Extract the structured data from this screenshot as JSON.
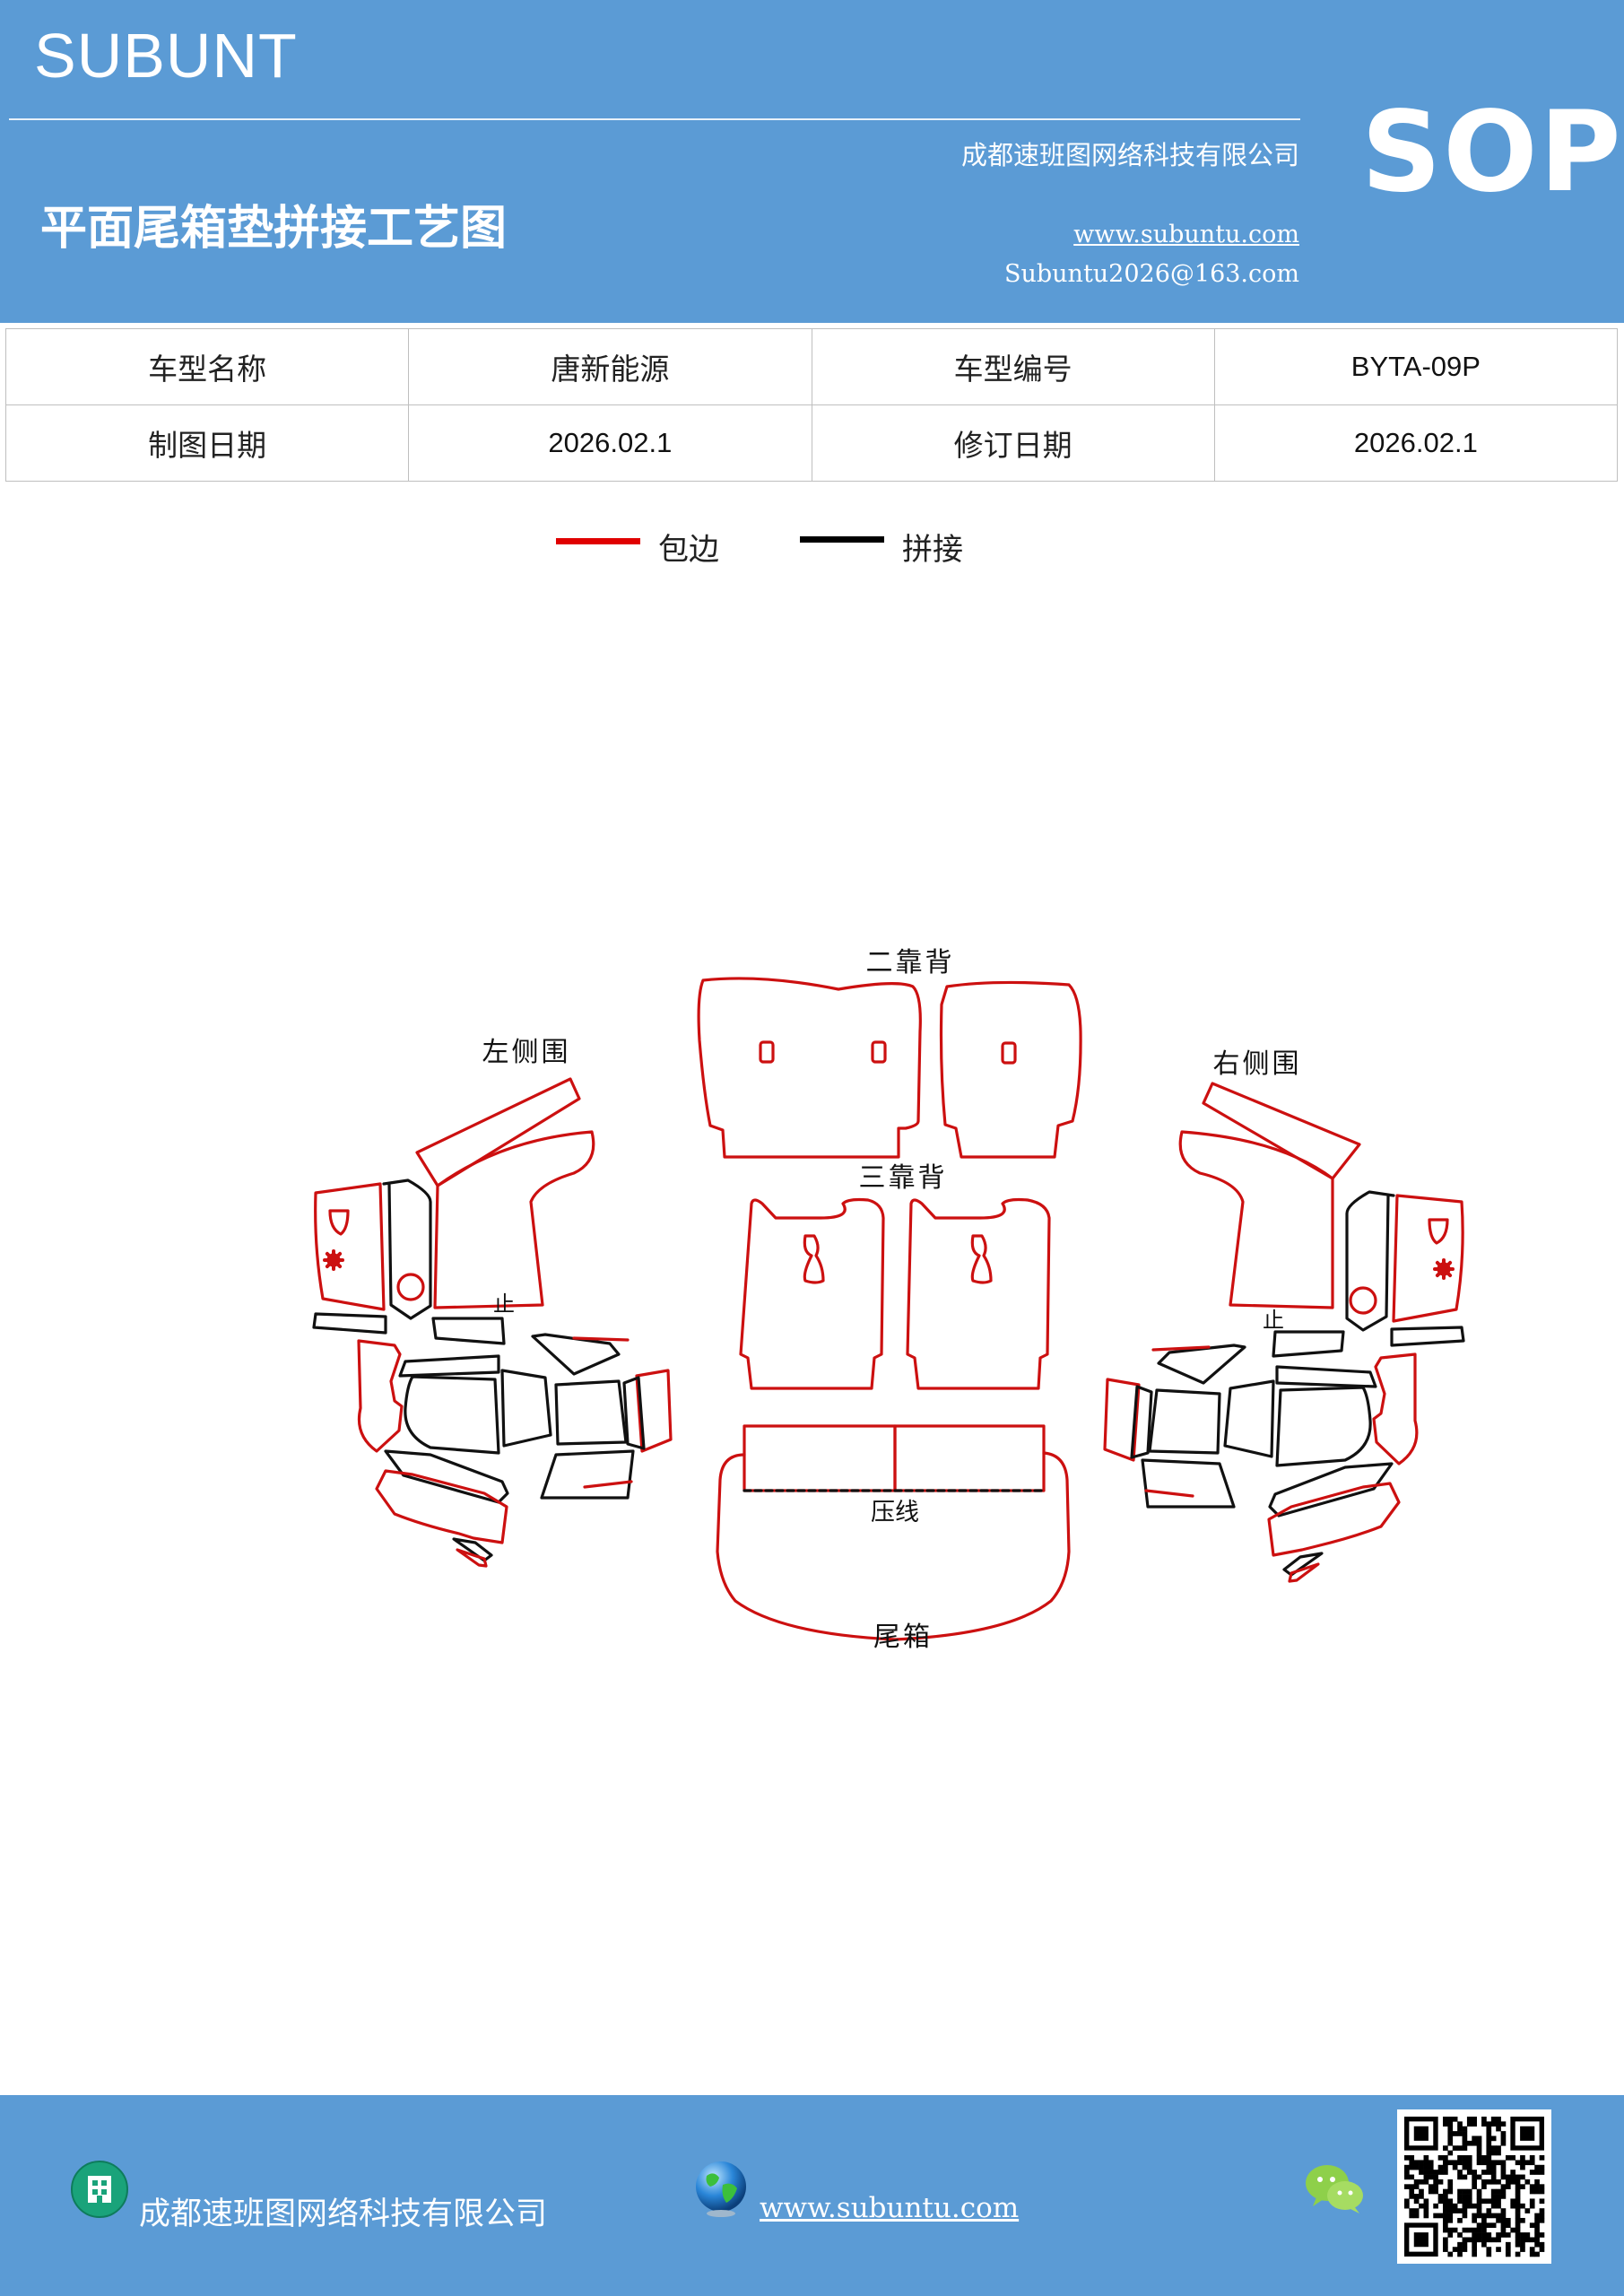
{
  "header": {
    "brand": "SUBUNT",
    "company": "成都速班图网络科技有限公司",
    "title": "平面尾箱垫拼接工艺图",
    "website": "www.subuntu.com",
    "email": "Subuntu2026@163.com",
    "badge": "SOP"
  },
  "info_table": {
    "rows": [
      [
        "车型名称",
        "唐新能源",
        "车型编号",
        "BYTA-09P"
      ],
      [
        "制图日期",
        "2026.02.1",
        "修订日期",
        "2026.02.1"
      ]
    ]
  },
  "legend": [
    {
      "label": "包边",
      "color": "#e00000"
    },
    {
      "label": "拼接",
      "color": "#000000"
    }
  ],
  "diagram": {
    "labels": {
      "second_backrest": "二靠背",
      "left_side": "左侧围",
      "right_side": "右侧围",
      "third_backrest": "三靠背",
      "press_line": "压线",
      "trunk": "尾箱",
      "stop_left": "止",
      "stop_right": "止"
    },
    "colors": {
      "edge": "#cc1010",
      "seam": "#111111"
    }
  },
  "footer": {
    "company": "成都速班图网络科技有限公司",
    "website": "www.subuntu.com",
    "icons": [
      "building-icon",
      "globe-icon",
      "wechat-icon",
      "qr-code"
    ]
  }
}
